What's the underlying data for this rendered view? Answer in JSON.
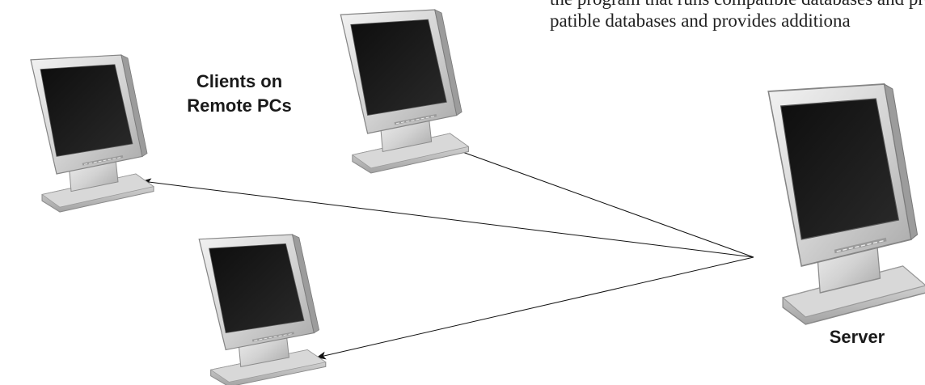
{
  "caption": {
    "line1": "the program that runs compatible databases and provides additional",
    "line2": "patible databases and provides additiona"
  },
  "labels": {
    "clients_line1": "Clients on",
    "clients_line2": "Remote PCs",
    "server": "Server"
  },
  "icons": {
    "client": "monitor-icon",
    "server": "monitor-icon"
  },
  "colors": {
    "screen": "#161616",
    "bezel": "#d6d6d6",
    "line": "#111111"
  }
}
